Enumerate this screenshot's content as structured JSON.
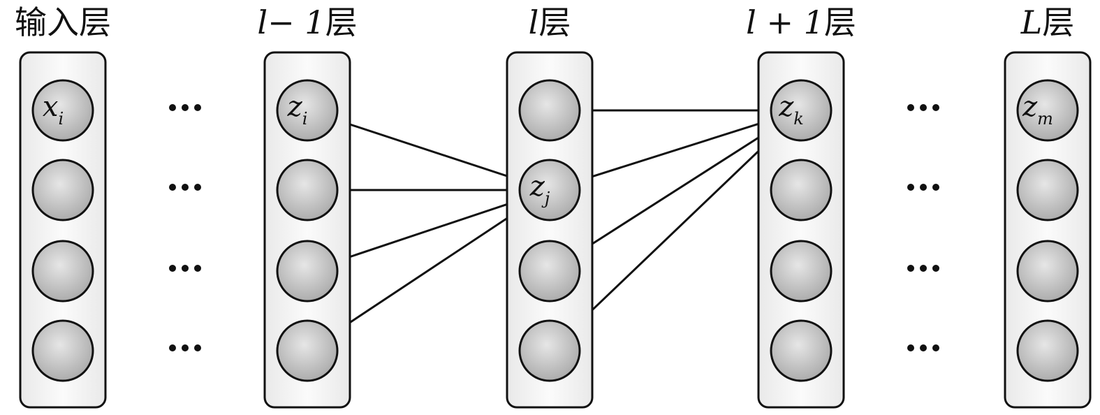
{
  "layers": [
    {
      "title_text": "输入层",
      "title_math": "",
      "node_labels": [
        "x|i",
        "",
        "",
        ""
      ]
    },
    {
      "title_text": "层",
      "title_math": "l− 1",
      "node_labels": [
        "z|i",
        "",
        "",
        ""
      ]
    },
    {
      "title_text": "层",
      "title_math": "l",
      "node_labels": [
        "",
        "z|j",
        "",
        ""
      ]
    },
    {
      "title_text": "层",
      "title_math": "l + 1",
      "node_labels": [
        "z|k",
        "",
        "",
        ""
      ]
    },
    {
      "title_text": "层",
      "title_math": "L",
      "node_labels": [
        "z|m",
        "",
        "",
        ""
      ]
    }
  ],
  "ellipsis_gaps": [
    1,
    4
  ],
  "connections": [
    {
      "from": [
        1,
        0
      ],
      "to": [
        2,
        1
      ]
    },
    {
      "from": [
        1,
        1
      ],
      "to": [
        2,
        1
      ]
    },
    {
      "from": [
        1,
        2
      ],
      "to": [
        2,
        1
      ]
    },
    {
      "from": [
        1,
        3
      ],
      "to": [
        2,
        1
      ]
    },
    {
      "from": [
        2,
        0
      ],
      "to": [
        3,
        0
      ]
    },
    {
      "from": [
        2,
        1
      ],
      "to": [
        3,
        0
      ]
    },
    {
      "from": [
        2,
        2
      ],
      "to": [
        3,
        0
      ]
    },
    {
      "from": [
        2,
        3
      ],
      "to": [
        3,
        0
      ]
    }
  ],
  "colors": {
    "node_fill_center": "#e4e4e4",
    "node_fill_edge": "#a9a9a9",
    "box_fill": "#f4f4f4",
    "stroke": "#111111"
  }
}
